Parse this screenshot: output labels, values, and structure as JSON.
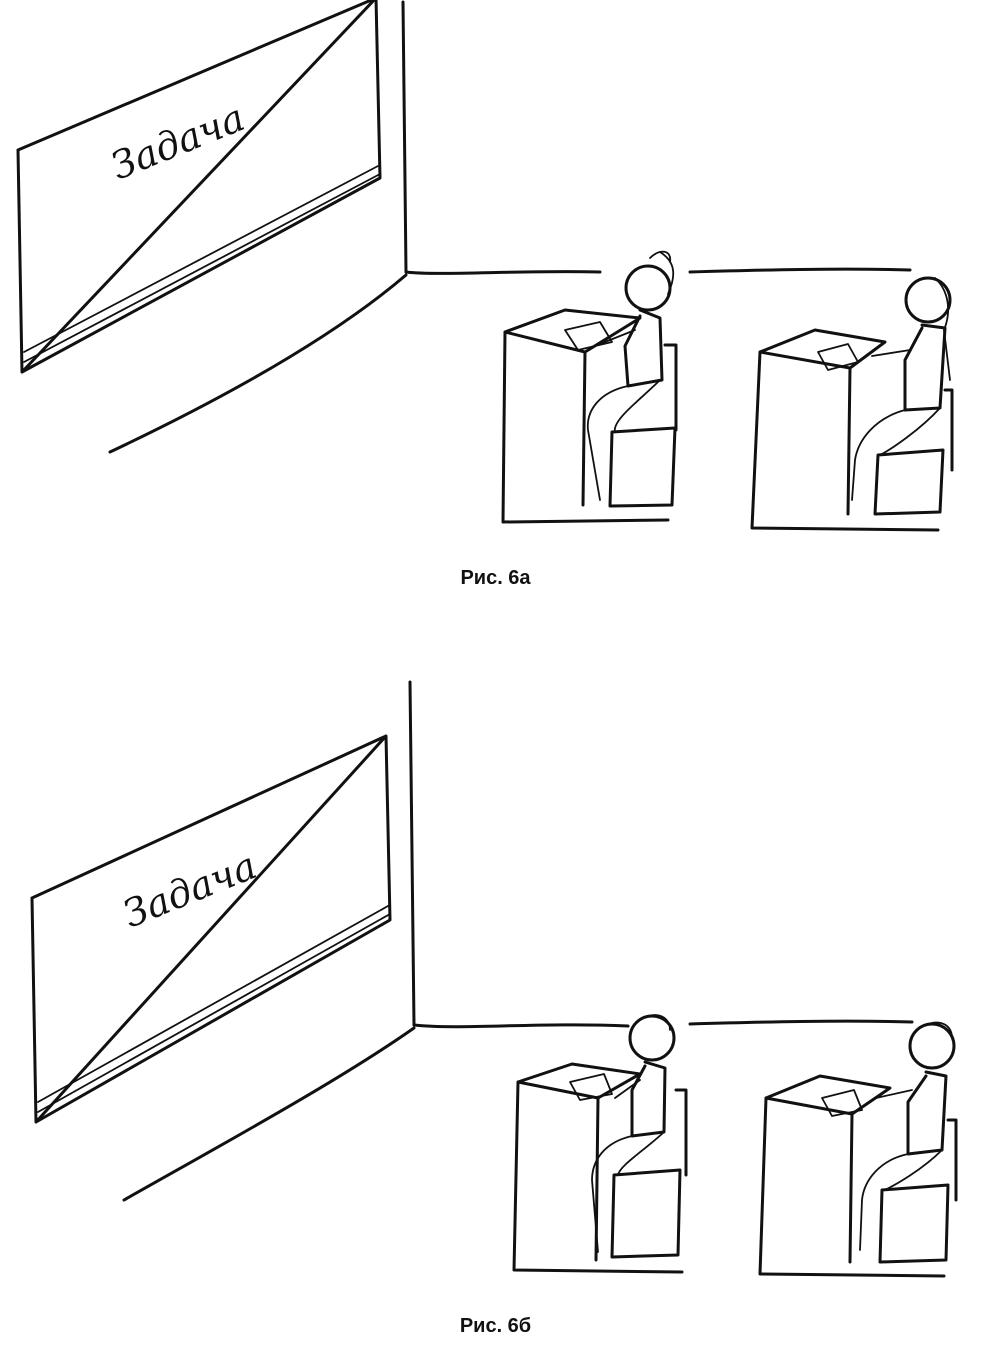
{
  "figures": [
    {
      "id": "a",
      "board_text": "Задача",
      "caption": "Рис. 6а",
      "variant": "girls-bent"
    },
    {
      "id": "b",
      "board_text": "Задача",
      "caption": "Рис. 6б",
      "variant": "girls-upright"
    }
  ],
  "colors": {
    "ink": "#111111",
    "paper": "#ffffff"
  }
}
